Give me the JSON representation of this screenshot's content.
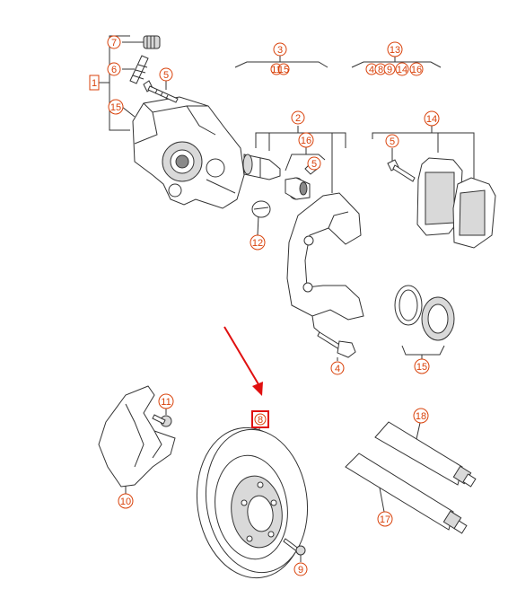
{
  "diagram": {
    "callouts": {
      "c1": "1",
      "c2": "2",
      "c3": "3",
      "c4": "4",
      "c5a": "5",
      "c5b": "5",
      "c5c": "5",
      "c6": "6",
      "c7": "7",
      "c8": "8",
      "c9": "9",
      "c10": "10",
      "c11": "11",
      "c12": "12",
      "c13": "13",
      "c14": "14",
      "c15a": "15",
      "c15b": "15",
      "c16": "16",
      "c17": "17",
      "c18": "18"
    },
    "group3_items": [
      "11",
      "15"
    ],
    "group13_items": [
      "4",
      "8",
      "9",
      "14",
      "16"
    ],
    "highlight_label": "8",
    "colors": {
      "callout": "#d9420b",
      "highlight": "#e01010",
      "arrow": "#e01010",
      "line": "#333333"
    }
  }
}
